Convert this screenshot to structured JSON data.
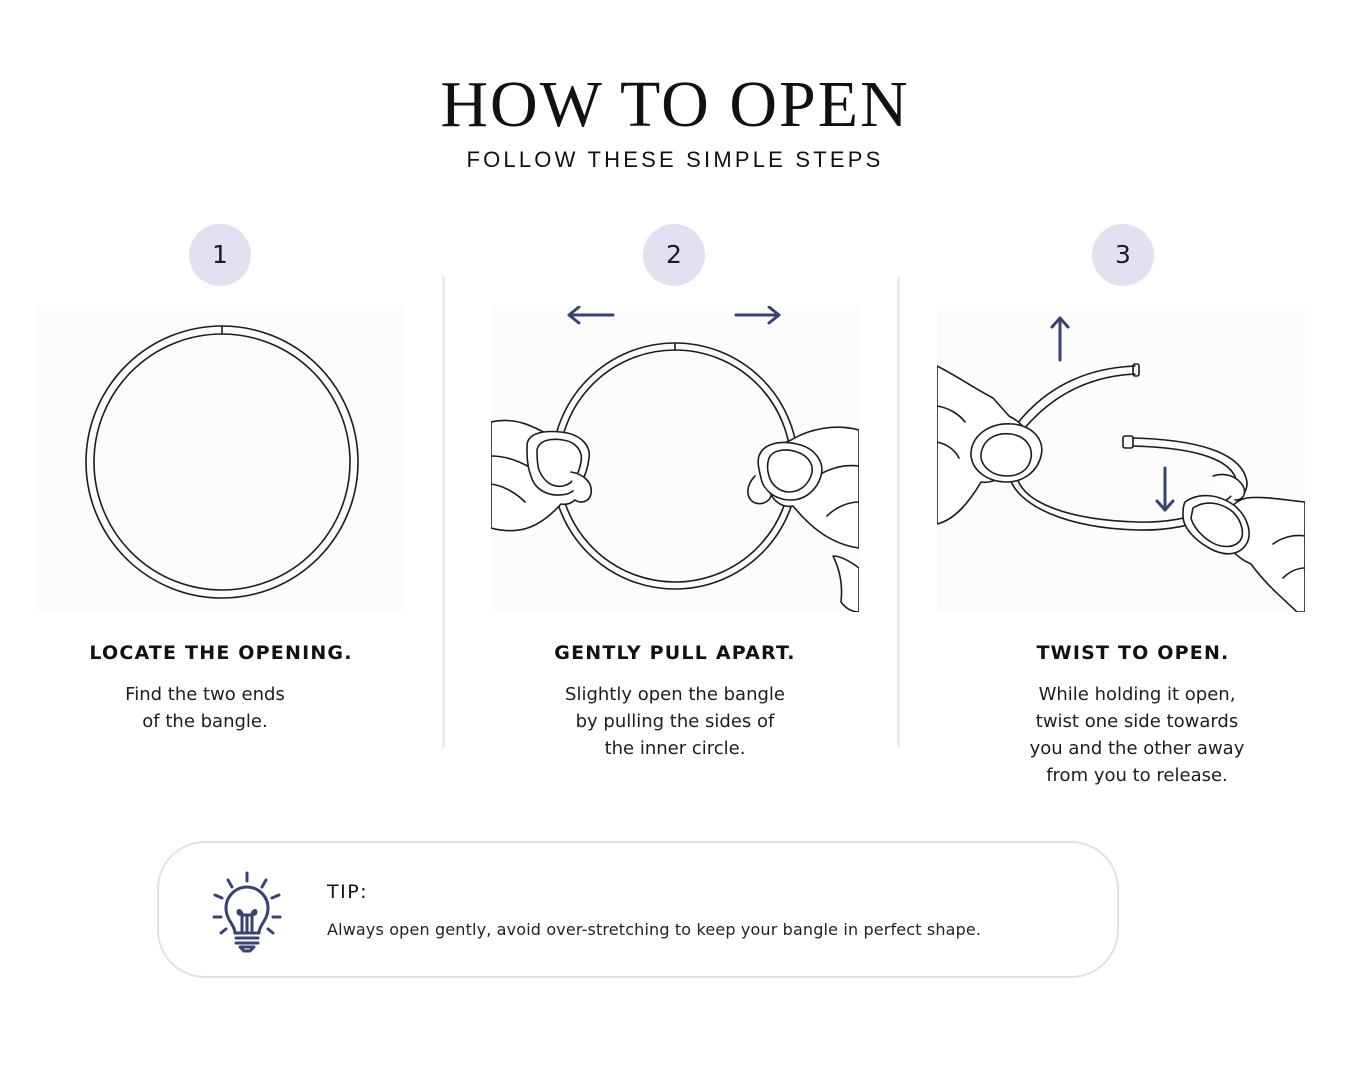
{
  "header": {
    "title": "HOW TO OPEN",
    "subtitle": "FOLLOW THESE SIMPLE STEPS"
  },
  "steps": [
    {
      "number": "1",
      "title": "LOCATE THE OPENING.",
      "description_lines": [
        "Find the two ends",
        "of the bangle."
      ]
    },
    {
      "number": "2",
      "title": "GENTLY PULL APART.",
      "description_lines": [
        "Slightly open the bangle",
        "by pulling the sides of",
        "the inner circle."
      ]
    },
    {
      "number": "3",
      "title": "TWIST TO OPEN.",
      "description_lines": [
        "While holding it open,",
        "twist one side towards",
        "you and the other away",
        "from you to release."
      ]
    }
  ],
  "tip": {
    "label": "TIP:",
    "text": "Always open gently, avoid over-stretching to keep your bangle in perfect shape."
  },
  "colors": {
    "number_badge": "#e3e0f1",
    "arrow": "#3a4270",
    "tip_border": "#e2e0ee",
    "divider": "#ececec"
  }
}
